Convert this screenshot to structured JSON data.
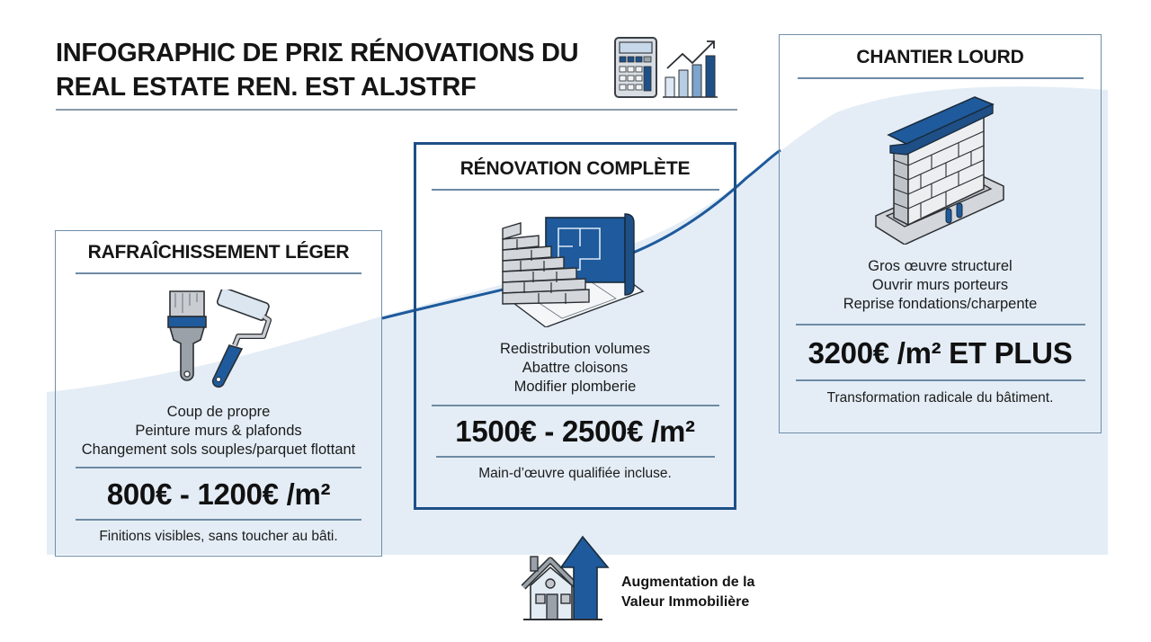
{
  "header": {
    "title_line1": "INFOGRAPHIC DE PRIΣ RÉNOVATIONS DU",
    "title_line2": "REAL ESTATE REN. EST ALJSTRF",
    "icon": "calculator-growth-chart-icon"
  },
  "colors": {
    "primary_blue": "#1e5a9c",
    "dark_blue": "#1e4f86",
    "light_blue_fill": "#e4edf6",
    "border_gray_blue": "#6f8ea8",
    "text": "#111111"
  },
  "tiers": [
    {
      "title": "RAFRAÎCHISSEMENT LÉGER",
      "icon": "paint-brush-roller-icon",
      "items": [
        "Coup de propre",
        "Peinture murs & plafonds",
        "Changement sols souples/parquet flottant"
      ],
      "price": "800€ - 1200€ /m²",
      "note": "Finitions visibles, sans toucher au bâti."
    },
    {
      "title": "RÉNOVATION COMPLÈTE",
      "icon": "brick-wall-blueprint-icon",
      "items": [
        "Redistribution volumes",
        "Abattre cloisons",
        "Modifier plomberie"
      ],
      "price": "1500€ - 2500€ /m²",
      "note": "Main-d’œuvre qualifiée incluse."
    },
    {
      "title": "CHANTIER LOURD",
      "icon": "structural-wall-beam-icon",
      "items": [
        "Gros œuvre structurel",
        "Ouvrir murs porteurs",
        "Reprise fondations/charpente"
      ],
      "price": "3200€ /m² ET PLUS",
      "note": "Transformation radicale du bâtiment."
    }
  ],
  "footer": {
    "icon": "house-up-arrow-icon",
    "line1": "Augmentation de la",
    "line2": "Valeur Immobilière"
  }
}
